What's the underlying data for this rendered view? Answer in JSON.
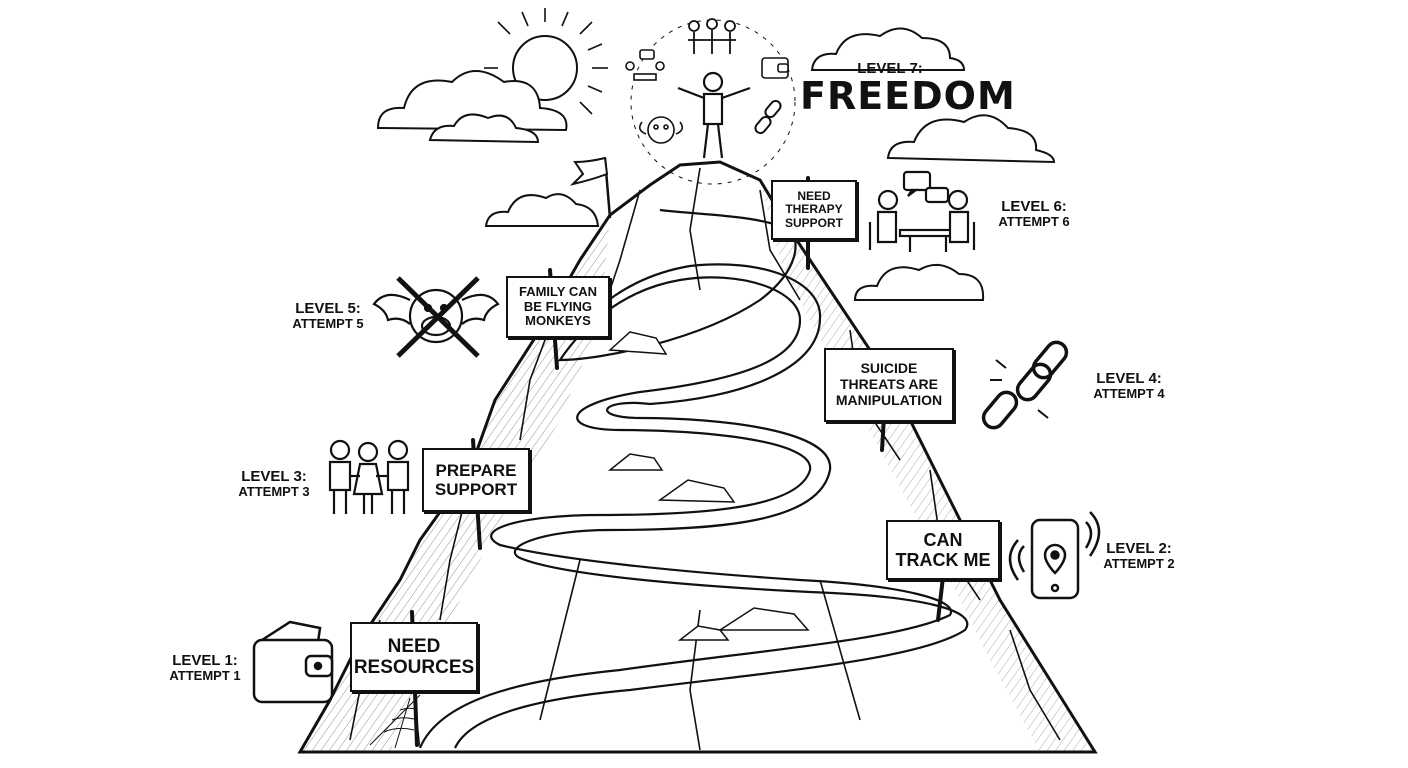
{
  "title": {
    "level": "LEVEL 7:",
    "text": "FREEDOM"
  },
  "levels": [
    {
      "level": "LEVEL 1:",
      "attempt": "ATTEMPT 1",
      "sign": [
        "NEED",
        "RESOURCES"
      ],
      "icon": "wallet-icon"
    },
    {
      "level": "LEVEL 2:",
      "attempt": "ATTEMPT 2",
      "sign": [
        "CAN",
        "TRACK ME"
      ],
      "icon": "phone-location-icon"
    },
    {
      "level": "LEVEL 3:",
      "attempt": "ATTEMPT 3",
      "sign": [
        "PREPARE",
        "SUPPORT"
      ],
      "icon": "support-people-icon"
    },
    {
      "level": "LEVEL 4:",
      "attempt": "ATTEMPT 4",
      "sign": [
        "SUICIDE",
        "THREATS ARE",
        "MANIPULATION"
      ],
      "icon": "broken-chain-icon"
    },
    {
      "level": "LEVEL 5:",
      "attempt": "ATTEMPT 5",
      "sign": [
        "FAMILY CAN",
        "BE FLYING",
        "MONKEYS"
      ],
      "icon": "crossed-flying-monkey-icon"
    },
    {
      "level": "LEVEL 6:",
      "attempt": "ATTEMPT 6",
      "sign": [
        "NEED",
        "THERAPY",
        "SUPPORT"
      ],
      "icon": "therapy-session-icon"
    }
  ],
  "summit_icons": [
    "raised-arms-person-icon",
    "people-group-icon",
    "meeting-table-icon",
    "wallet-icon",
    "broken-chain-icon",
    "flying-monkey-icon",
    "summit-flag-icon"
  ],
  "decor_icons": [
    "sun-icon",
    "cloud-icon",
    "spider-web-icon",
    "mountain-icon",
    "winding-path-icon"
  ],
  "colors": {
    "ink": "#111111",
    "paper": "#ffffff",
    "shade": "#d9d9d9"
  }
}
